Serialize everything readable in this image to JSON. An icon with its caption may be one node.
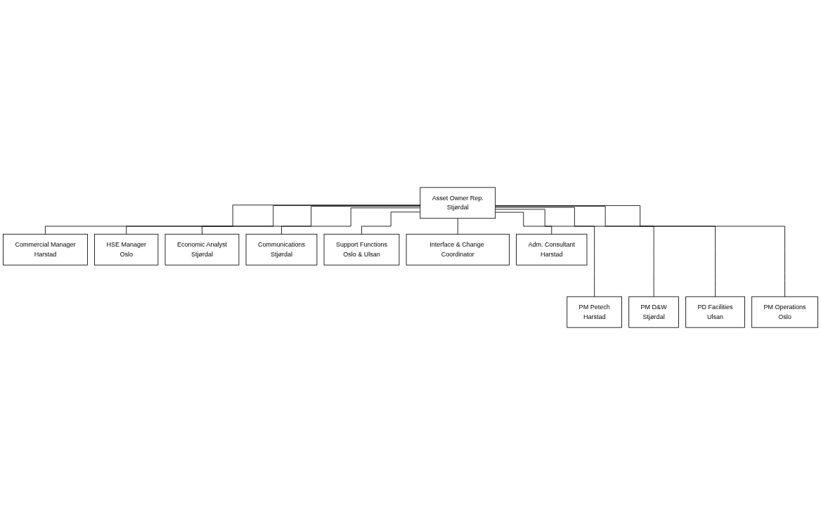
{
  "diagram": {
    "nodes": [
      {
        "text": [
          "Asset Owner Rep.",
          "Stjørdal"
        ]
      },
      {
        "text": [
          "Commercial Manager",
          "Harstad"
        ]
      },
      {
        "text": [
          "HSE Manager",
          "Oslo"
        ]
      },
      {
        "text": [
          "Economic Analyst",
          "Stjørdal"
        ]
      },
      {
        "text": [
          "Communications",
          "Stjørdal"
        ]
      },
      {
        "text": [
          "Support Functions",
          "Oslo & Ulsan"
        ]
      },
      {
        "text": [
          "Interface & Change Coordinator"
        ]
      },
      {
        "text": [
          "Adm. Consultant",
          "Harstad"
        ]
      },
      {
        "text": [
          "PM Petech",
          "Harstad"
        ]
      },
      {
        "text": [
          "PM D&W",
          "Stjørdal"
        ]
      },
      {
        "text": [
          "PD Facilities",
          "Ulsan"
        ]
      },
      {
        "text": [
          "PM Operations",
          "Oslo"
        ]
      }
    ],
    "edges": [
      {
        "from": 0,
        "to": 1,
        "arrow": "none"
      },
      {
        "from": 0,
        "to": 2,
        "arrow": "none"
      },
      {
        "from": 0,
        "to": 3,
        "arrow": "none"
      },
      {
        "from": 0,
        "to": 4,
        "arrow": "none"
      },
      {
        "from": 0,
        "to": 5,
        "arrow": "none"
      },
      {
        "from": 0,
        "to": 6,
        "arrow": "none"
      },
      {
        "from": 0,
        "to": 7,
        "arrow": "none"
      },
      {
        "from": 0,
        "to": 8,
        "arrow": "none"
      },
      {
        "from": 0,
        "to": 9,
        "arrow": "none"
      },
      {
        "from": 0,
        "to": 10,
        "arrow": "none"
      },
      {
        "from": 0,
        "to": 11,
        "arrow": "none"
      }
    ]
  }
}
